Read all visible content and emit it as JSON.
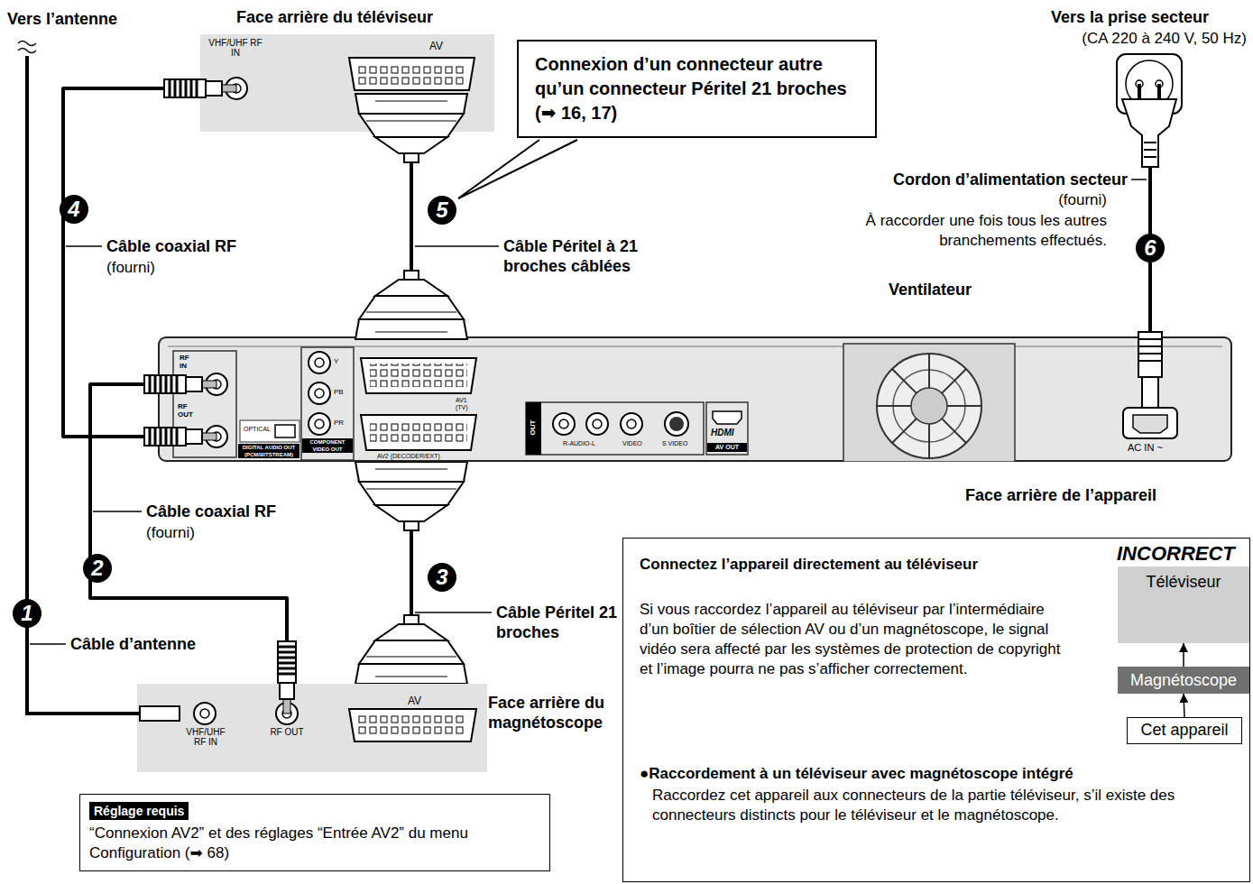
{
  "diagram": {
    "nodes": [
      {
        "text": [
          "Face arrière du téléviseur"
        ]
      },
      {
        "text": [
          "Connexion d’un connecteur autre qu’un connecteur Péritel 21 broches (➡ 16, 17)"
        ]
      },
      {
        "text": [
          "Face arrière de l’appareil"
        ]
      },
      {
        "text": [
          "Face arrière du magnétoscope"
        ]
      },
      {
        "text": [
          "Connectez l’appareil directement au téléviseur",
          "Si vous raccordez l’appareil au téléviseur par l’intermédiaire d’un boîtier de sélection AV ou d’un magnétoscope, le signal vidéo sera affecté par les systèmes de protection de copyright et l’image pourra ne pas s’afficher correctement.",
          "●Raccordement à un téléviseur avec magnétoscope intégré",
          "Raccordez cet appareil aux connecteurs de la partie téléviseur, s’il existe des connecteurs distincts pour le téléviseur et le magnétoscope."
        ]
      },
      {
        "text": [
          "Téléviseur"
        ],
        "in": 4
      },
      {
        "text": [
          "Magnétoscope"
        ],
        "in": 4
      },
      {
        "text": [
          "Cet appareil"
        ],
        "in": 4
      },
      {
        "text": [
          "Réglage requis",
          "“Connexion AV2” et des réglages “Entrée AV2” du menu Configuration (➡ 68)"
        ]
      }
    ],
    "edges": [
      {
        "from": 2,
        "to": 0,
        "arrow": "none"
      },
      {
        "from": 2,
        "to": 0,
        "arrow": "none"
      },
      {
        "from": 3,
        "to": 2,
        "arrow": "none"
      },
      {
        "from": 2,
        "to": 3,
        "arrow": "none"
      },
      {
        "from": 7,
        "to": 6,
        "arrow": "to"
      },
      {
        "from": 6,
        "to": 5,
        "arrow": "to"
      }
    ],
    "labels": [
      "Vers l’antenne",
      "Vers la prise secteur",
      "(CA 220 à 240 V, 50 Hz)",
      "VHF/UHF RF IN",
      "AV",
      "4",
      "5",
      "Câble coaxial RF",
      "(fourni)",
      "Câble Péritel à 21 broches câblées",
      "Cordon d’alimentation secteur",
      "(fourni)",
      "À raccorder une fois tous les autres branchements effectués.",
      "6",
      "Ventilateur",
      "RF IN",
      "RF OUT",
      "OPTICAL",
      "DIGITAL AUDIO OUT (PCM/BITSTREAM)",
      "Y",
      "PB",
      "PR",
      "COMPONENT VIDEO OUT",
      "AV1 (TV)",
      "AV2 (DECODER/EXT)",
      "OUT",
      "R-AUDIO-L",
      "VIDEO",
      "S VIDEO",
      "HDMI",
      "AV OUT",
      "AC IN ~",
      "Câble coaxial RF",
      "(fourni)",
      "2",
      "1",
      "Câble d’antenne",
      "3",
      "Câble Péritel 21 broches",
      "VHF/UHF RF IN",
      "RF OUT",
      "AV",
      "INCORRECT"
    ]
  }
}
